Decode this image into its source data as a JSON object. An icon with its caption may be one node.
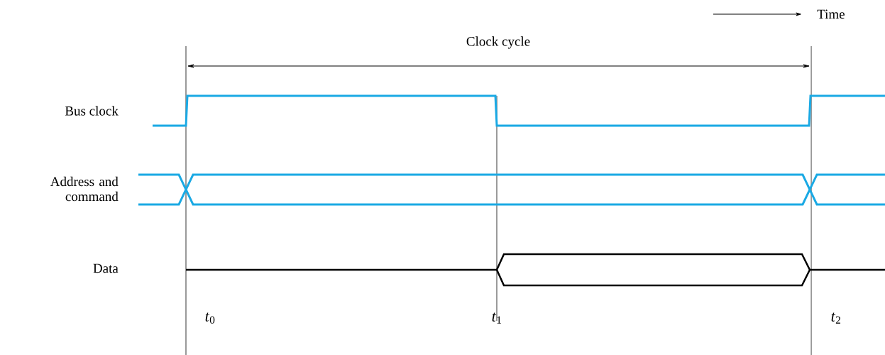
{
  "diagram": {
    "labels": [
      "Time",
      "Clock cycle",
      "Bus clock",
      "Address and command",
      "Data",
      "*t*$_{0}$",
      "*t*$_{1}$",
      "*t*$_{2}$"
    ]
  }
}
